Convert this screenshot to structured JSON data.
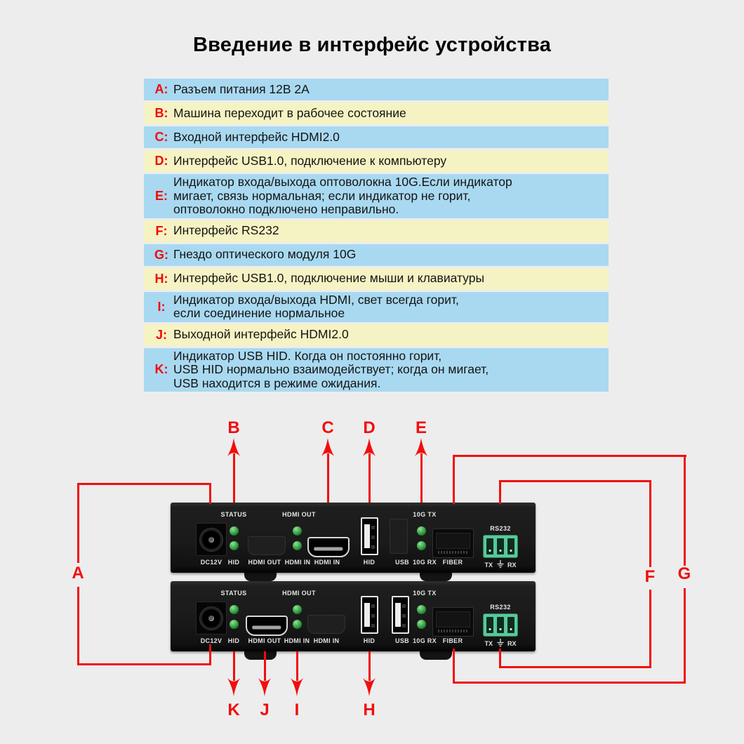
{
  "title": "Введение в интерфейс устройства",
  "legend": [
    {
      "key": "A:",
      "tone": "blue",
      "lines": [
        "Разъем питания 12В 2А"
      ]
    },
    {
      "key": "B:",
      "tone": "yellow",
      "lines": [
        "Машина переходит в рабочее состояние"
      ]
    },
    {
      "key": "C:",
      "tone": "blue",
      "lines": [
        "Входной интерфейс HDMI2.0"
      ]
    },
    {
      "key": "D:",
      "tone": "yellow",
      "lines": [
        "Интерфейс USB1.0, подключение к компьютеру"
      ]
    },
    {
      "key": "E:",
      "tone": "blue",
      "lines": [
        "Индикатор входа/выхода оптоволокна 10G.Если индикатор",
        "мигает, связь нормальная; если индикатор не горит,",
        "оптоволокно подключено неправильно."
      ]
    },
    {
      "key": "F:",
      "tone": "yellow",
      "lines": [
        "Интерфейс RS232"
      ]
    },
    {
      "key": "G:",
      "tone": "blue",
      "lines": [
        "Гнездо оптического модуля 10G"
      ]
    },
    {
      "key": "H:",
      "tone": "yellow",
      "lines": [
        "Интерфейс USB1.0, подключение мыши и клавиатуры"
      ]
    },
    {
      "key": "I:",
      "tone": "blue",
      "lines": [
        "Индикатор входа/выхода HDMI, свет всегда горит,",
        "если соединение нормальное"
      ]
    },
    {
      "key": "J:",
      "tone": "yellow",
      "lines": [
        "Выходной интерфейс HDMI2.0"
      ]
    },
    {
      "key": "K:",
      "tone": "blue",
      "lines": [
        "Индикатор USB HID. Когда он постоянно горит,",
        "USB HID нормально взаимодействует; когда он мигает,",
        "USB находится в режиме ожидания."
      ]
    }
  ],
  "diagram": {
    "devices": [
      {
        "name": "transmitter-unit",
        "top_labels": [
          "STATUS",
          "HDMI OUT",
          "10G TX"
        ],
        "ports": [
          {
            "id": "dc-jack",
            "label": "DC12V"
          },
          {
            "id": "hid-leds",
            "label": "HID"
          },
          {
            "id": "hdmi-out-recess",
            "label": "HDMI OUT"
          },
          {
            "id": "hdmi-in-leds",
            "label": "HDMI IN"
          },
          {
            "id": "hdmi-in-port",
            "label": "HDMI IN"
          },
          {
            "id": "usb-hid-port",
            "label": "HID"
          },
          {
            "id": "usb-recess",
            "label": "USB"
          },
          {
            "id": "10g-rx-leds",
            "label": "10G RX"
          },
          {
            "id": "fiber-sfp",
            "label": "FIBER"
          },
          {
            "id": "rs232-terminal",
            "label": "RS232",
            "pin_labels": [
              "TX",
              "RX"
            ]
          }
        ]
      },
      {
        "name": "receiver-unit",
        "top_labels": [
          "STATUS",
          "HDMI OUT",
          "10G TX"
        ],
        "ports": [
          {
            "id": "dc-jack",
            "label": "DC12V"
          },
          {
            "id": "hid-leds",
            "label": "HID"
          },
          {
            "id": "hdmi-out-port",
            "label": "HDMI OUT"
          },
          {
            "id": "hdmi-in-leds",
            "label": "HDMI IN"
          },
          {
            "id": "hdmi-in-recess",
            "label": "HDMI IN"
          },
          {
            "id": "usb-hid-port",
            "label": "HID"
          },
          {
            "id": "usb-port",
            "label": "USB"
          },
          {
            "id": "10g-rx-leds",
            "label": "10G RX"
          },
          {
            "id": "fiber-sfp",
            "label": "FIBER"
          },
          {
            "id": "rs232-terminal",
            "label": "RS232",
            "pin_labels": [
              "TX",
              "RX"
            ]
          }
        ]
      }
    ],
    "callouts": {
      "top_arrows": [
        "B",
        "C",
        "D",
        "E"
      ],
      "bottom_arrows": [
        "K",
        "J",
        "I",
        "H"
      ],
      "brackets": [
        "A",
        "F",
        "G"
      ]
    }
  },
  "colors": {
    "row_blue": "#a9d9f1",
    "row_yellow": "#f5f3c3",
    "annotation_red": "#f20d0d",
    "led_green": "#2f9e3f",
    "terminal_green": "#58c89b"
  }
}
